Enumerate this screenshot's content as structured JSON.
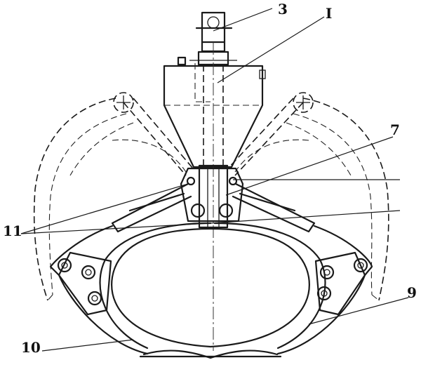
{
  "diagram": {
    "callouts": [
      {
        "id": "callout-3",
        "text": "3"
      },
      {
        "id": "callout-1",
        "text": "I"
      },
      {
        "id": "callout-7",
        "text": "7"
      },
      {
        "id": "callout-11",
        "text": "11"
      },
      {
        "id": "callout-9",
        "text": "9"
      },
      {
        "id": "callout-10",
        "text": "10"
      }
    ]
  }
}
